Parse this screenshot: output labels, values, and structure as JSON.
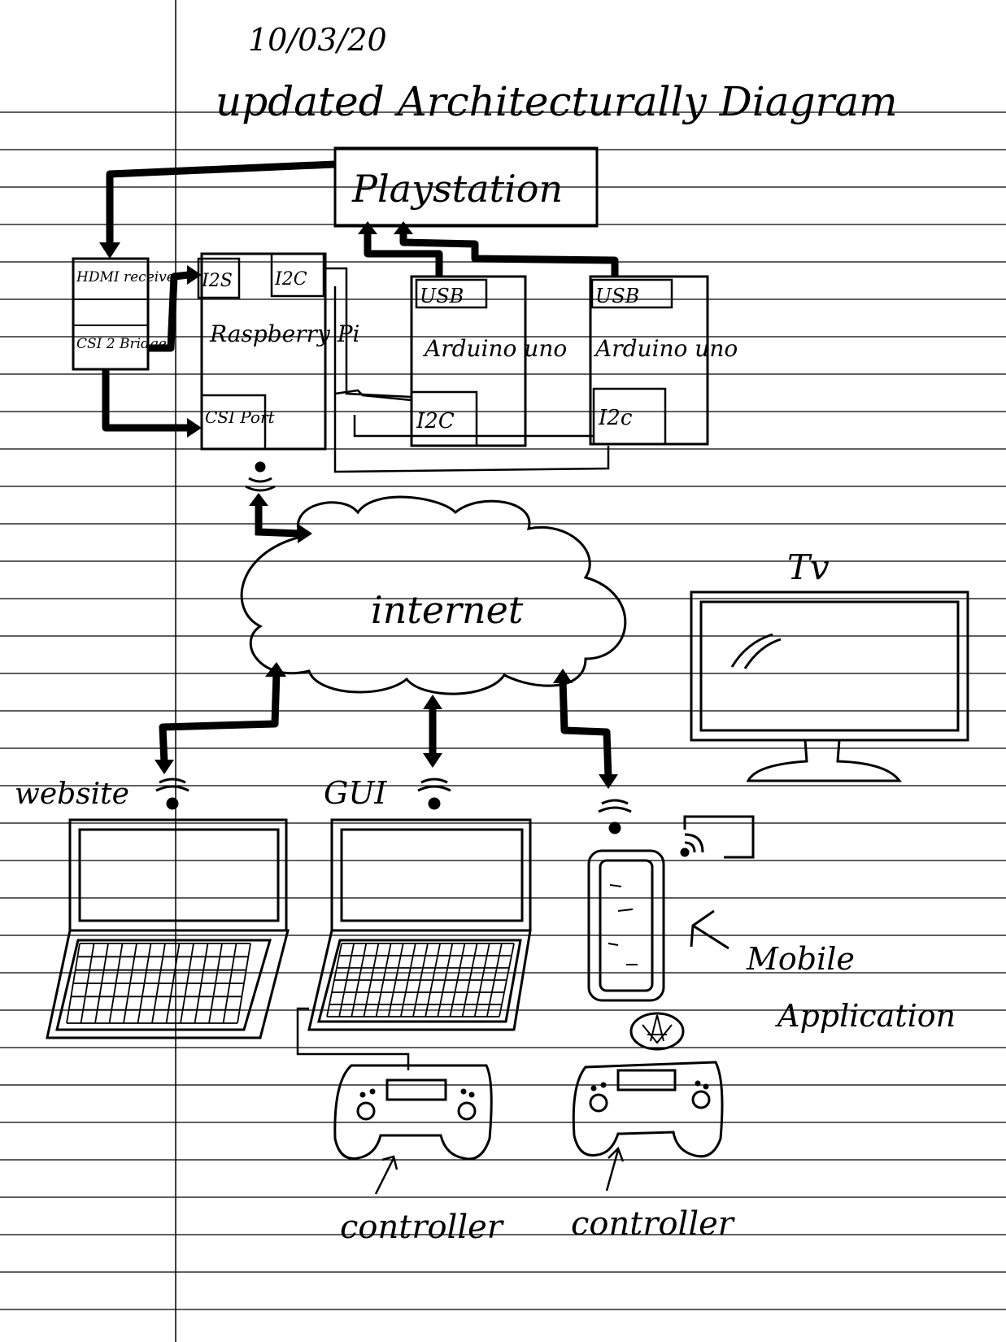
{
  "header": {
    "date": "10/03/20",
    "title": "updated Architecturally Diagram"
  },
  "nodes": {
    "playstation": "Playstation",
    "hdmi_receiver": "HDMI receive",
    "csi_bridge": "CSI 2 Bridge",
    "raspberry_pi": "Raspberry Pi",
    "i2s": "I2S",
    "i2c_pi": "I2C",
    "csi_port": "CSI Port",
    "arduino1": "Arduino uno",
    "arduino2": "Arduino uno",
    "usb1": "USB",
    "usb2": "USB",
    "i2c_a1": "I2C",
    "i2c_a2": "I2c",
    "internet": "internet",
    "tv": "Tv",
    "website": "website",
    "gui": "GUI",
    "mobile": "Mobile",
    "application": "Application",
    "controller1": "controller",
    "controller2": "controller"
  },
  "colors": {
    "ink": "#000000",
    "paper": "#ffffff",
    "rule": "#000000"
  },
  "icons": [
    "wifi-icon",
    "cast-icon",
    "laptop-icon",
    "phone-icon",
    "gamepad-icon",
    "tv-icon",
    "cloud-icon"
  ]
}
